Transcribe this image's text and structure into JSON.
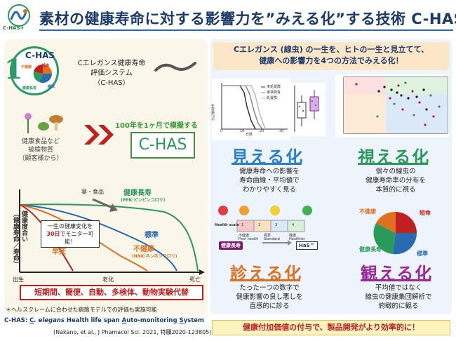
{
  "header": {
    "logo_text": "C-HAS+",
    "title": "素材の健康寿命に対する影響力を”みえる化”する技術 C-HAS"
  },
  "left": {
    "badge": {
      "number": "1",
      "name": "C-HAS",
      "tags": [
        "不健康",
        "短命",
        "標準",
        "健康長寿"
      ]
    },
    "system_lines": [
      "Cエレガンス健康寿命",
      "評価システム",
      "（C-HAS）"
    ],
    "food_lines": [
      "健康食品など",
      "被検物質",
      "（顧客様から）"
    ],
    "arrow_label": "100年を1ヶ月で模擬する",
    "chas_box": "C-HAS",
    "graph": {
      "ylabel_lines": [
        "健康度合い",
        "（健康寿命／寿命）"
      ],
      "label_genki": "健康長寿",
      "label_ppk": "(PPK:ピンピンコロリ)",
      "label_food": "薬・食品",
      "box_line1": "一生の健康変化を",
      "box_days": "30日",
      "box_line2": "でモニター可能！",
      "label_standard": "標準",
      "label_early": "早死",
      "label_unhealthy": "不健康",
      "label_nnk": "(NNK:ネンネンコロリ)",
      "x_birth": "出生",
      "x_aging": "老化",
      "x_death": "死亡"
    },
    "features": "短期間、簡便、自動、多検体、動物実験代替",
    "note": "＊ヘルスクレームに合わせた病態モデルでの評価も実施可能",
    "chas_full_prefix": "C-HAS: ",
    "chas_full_c": "C",
    "chas_full_rest1": ". elegans",
    "chas_full_rest2": " Health life span ",
    "chas_full_a": "A",
    "chas_full_rest3": "uto-monitoring ",
    "chas_full_s": "S",
    "chas_full_rest4": "ystem",
    "reference": "(Nakano, et al., J Phamacol Sci. 2021, 特願2020-123805)"
  },
  "right": {
    "banner_line1": "Cエレガンス (線虫) の一生を、ヒトの一生と見立てて、",
    "banner_line2": "健康への影響力を4つの方法でみえる化！",
    "chart1": {
      "legend": [
        "未処置群",
        "被検物質",
        "処置群"
      ],
      "xlabel": "日数",
      "ylabel": "生存率(%)",
      "x_ticks": [
        "0",
        "10",
        "20",
        "30"
      ]
    },
    "mieru": {
      "title": "見える化",
      "desc_lines": [
        "健康寿命への影響を",
        "寿命曲線・平均値で",
        "わかりやすく見る"
      ]
    },
    "shieru": {
      "title": "視える化",
      "desc_lines": [
        "個々の線虫の",
        "健康寿命率の分布を",
        "本質的に視る"
      ]
    },
    "scale": {
      "health_scale": "Health scale",
      "levels": [
        "1",
        "2",
        "3",
        "4"
      ],
      "level_labels": [
        "不健康",
        "Poor health",
        "標準",
        "Standard",
        "健康",
        "Healthier"
      ],
      "score_label": "健康長寿",
      "hazu_label": "HaS™"
    },
    "shinderu": {
      "title": "診える化",
      "desc_lines": [
        "たった一つの数字で",
        "健康影響の良し悪しを",
        "直感的に診る"
      ]
    },
    "pie": {
      "labels": [
        "不健康",
        "短命",
        "健康長寿",
        "標準"
      ]
    },
    "kanjiru": {
      "title": "観える化",
      "desc_lines": [
        "平均値ではなく",
        "線虫の健康集団解析で",
        "俯瞰的に観る"
      ]
    },
    "footer": "健康付加価値の付与で、製品開発がより効率的に！"
  },
  "colors": {
    "title_blue": "#1b3b6b",
    "accent_green": "#2a9a5a",
    "accent_red": "#c02020",
    "accent_orange": "#e07020",
    "accent_purple": "#9a2a9a",
    "accent_blue": "#2a80d0"
  }
}
